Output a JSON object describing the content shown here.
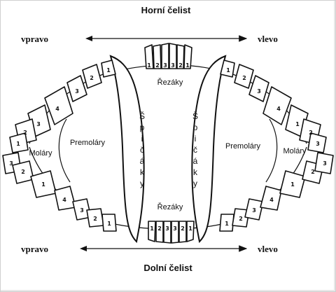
{
  "titles": {
    "upper": "Horní čelist",
    "lower": "Dolní čelist"
  },
  "directions": {
    "upper_right": "vpravo",
    "upper_left": "vlevo",
    "lower_right": "vpravo",
    "lower_left": "vlevo"
  },
  "regions": {
    "incisors_upper": "Řezáky",
    "incisors_lower": "Řezáky",
    "premolars_right": "Premoláry",
    "premolars_left": "Premoláry",
    "molars_right": "Moláry",
    "molars_left": "Moláry",
    "canines_letters_right": [
      "Š",
      "p",
      "i",
      "č",
      "á",
      "k",
      "y"
    ],
    "canines_letters_left": [
      "Š",
      "p",
      "i",
      "č",
      "á",
      "k",
      "y"
    ]
  },
  "tooth_numbers": {
    "upper_right": [
      "1",
      "2",
      "3",
      "4",
      "3",
      "2",
      "1"
    ],
    "upper_incisors": [
      "1",
      "2",
      "3",
      "3",
      "2",
      "1"
    ],
    "upper_left": [
      "1",
      "2",
      "3",
      "4",
      "1",
      "2",
      "3"
    ],
    "lower_right": [
      "3",
      "2",
      "1",
      "4",
      "3",
      "2",
      "1"
    ],
    "lower_incisors": [
      "1",
      "2",
      "3",
      "3",
      "2",
      "1"
    ],
    "lower_left": [
      "1",
      "2",
      "3",
      "4",
      "1",
      "2",
      "3"
    ]
  }
}
